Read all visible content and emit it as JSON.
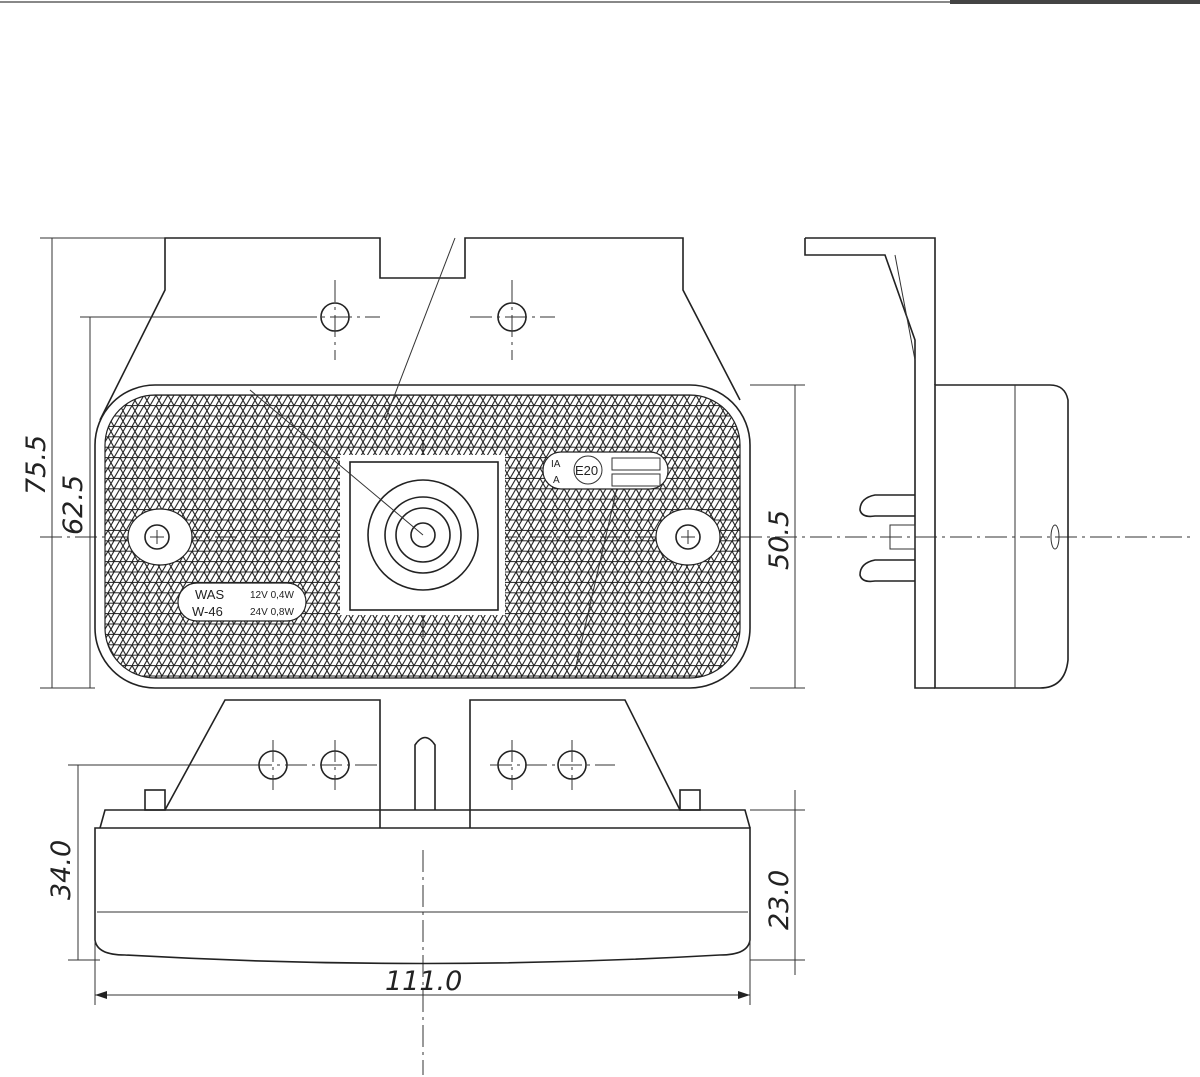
{
  "dimensions": {
    "overall_height": "75.5",
    "hole_to_bottom": "62.5",
    "lens_height": "50.5",
    "bottom_view_height": "34.0",
    "body_depth": "23.0",
    "overall_width": "111.0"
  },
  "markings": {
    "maker": "WAS",
    "model": "W-46",
    "rating_12v": "12V 0,4W",
    "rating_24v": "24V 0,8W",
    "class_top": "IA",
    "class_bottom": "A",
    "approval": "E20"
  }
}
